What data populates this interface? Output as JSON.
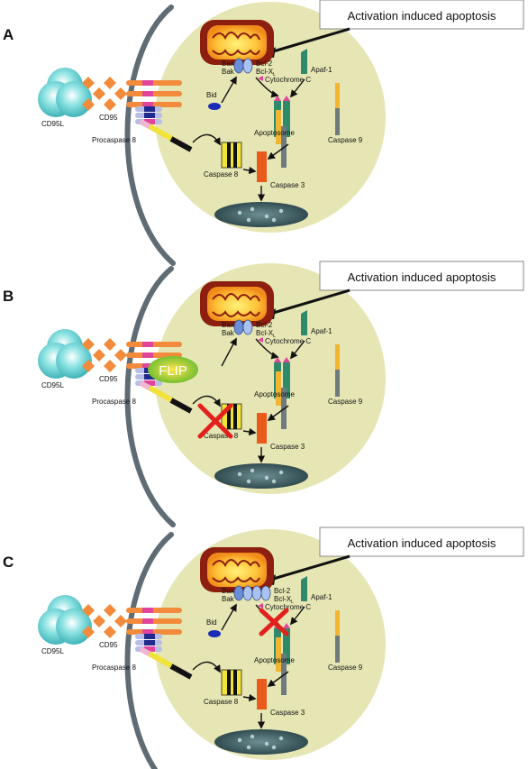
{
  "colors": {
    "cytoplasm": "#e6e6b5",
    "membrane": "#5f6c74",
    "mito_outer": "#8c1f0f",
    "mito_inner": "#f7a21b",
    "mito_core": "#ffe15a",
    "receptor": "#f28b3c",
    "magenta": "#e0459b",
    "lavender": "#b7bde6",
    "navy": "#1f2a8c",
    "yellow": "#f2e33a",
    "caspase9_top": "#f2b531",
    "caspase9_bottom": "#6f7a7e",
    "apaf": "#2e8a6a",
    "caspase3": "#ea5a1a",
    "nucleus": "#2f4f55",
    "bid": "#1a2bb5",
    "flip_green": "#8ccf3a",
    "x_red": "#e3211c",
    "ligand": "#7fd6d6"
  },
  "panels": [
    {
      "id": "A",
      "letter": "A",
      "callout": "Activation induced apoptosis",
      "bax": "Bax",
      "bak": "Bak",
      "bcl2": "Bcl-2",
      "bclx_base": "Bcl-X",
      "bclx_sub": "L",
      "cytochrome": "Cytochrome C",
      "apaf": "Apaf-1",
      "bid": "Bid",
      "apoptosome": "Apoptosome",
      "caspase9": "Caspase 9",
      "cd95l": "CD95L",
      "cd95": "CD95",
      "procaspase8": "Procaspase 8",
      "caspase8": "Caspase 8",
      "caspase3": "Caspase 3",
      "flip": ""
    },
    {
      "id": "B",
      "letter": "B",
      "callout": "Activation induced apoptosis",
      "bax": "Bax",
      "bak": "Bak",
      "bcl2": "Bcl-2",
      "bclx_base": "Bcl-X",
      "bclx_sub": "L",
      "cytochrome": "Cytochrome C",
      "apaf": "Apaf-1",
      "bid": "",
      "apoptosome": "Apoptosome",
      "caspase9": "Caspase 9",
      "cd95l": "CD95L",
      "cd95": "CD95",
      "procaspase8": "Procaspase 8",
      "caspase8": "Caspase 8",
      "caspase3": "Caspase 3",
      "flip": "FLIP"
    },
    {
      "id": "C",
      "letter": "C",
      "callout": "Activation induced apoptosis",
      "bax": "Bax",
      "bak": "Bak",
      "bcl2": "Bcl-2",
      "bclx_base": "Bcl-X",
      "bclx_sub": "L",
      "cytochrome": "Cytochrome C",
      "apaf": "Apaf-1",
      "bid": "Bid",
      "apoptosome": "Apoptosome",
      "caspase9": "Caspase 9",
      "cd95l": "CD95L",
      "cd95": "CD95",
      "procaspase8": "Procaspase 8",
      "caspase8": "Caspase 8",
      "caspase3": "Caspase 3",
      "flip": ""
    }
  ]
}
